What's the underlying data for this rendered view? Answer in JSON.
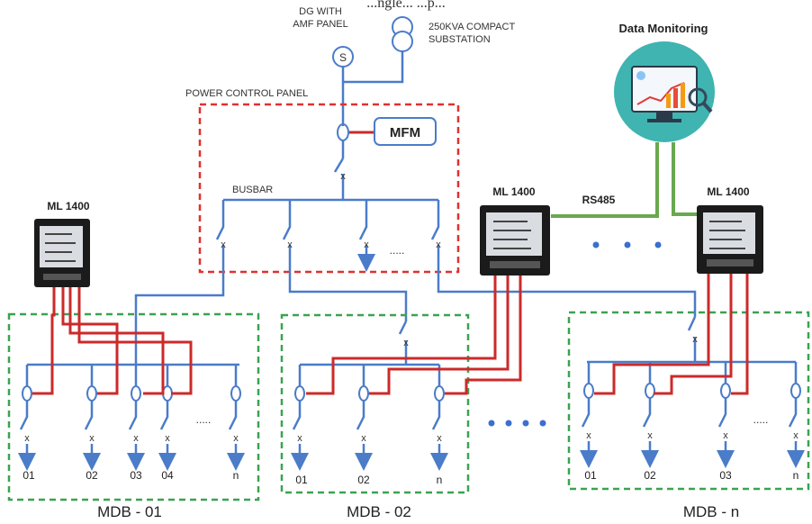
{
  "header": {
    "partial_title": "...ngle... ...p..."
  },
  "sources": {
    "dg_label_line1": "DG WITH",
    "dg_label_line2": "AMF PANEL",
    "sub_label_line1": "250KVA COMPACT",
    "sub_label_line2": "SUBSTATION"
  },
  "panel": {
    "title": "POWER CONTROL PANEL",
    "mfm": "MFM",
    "busbar": "BUSBAR",
    "dots": "....."
  },
  "monitoring": {
    "title": "Data Monitoring",
    "link": "RS485"
  },
  "meters": {
    "meter_label": "ML 1400"
  },
  "connector_dots": ". . .",
  "mdbs": [
    {
      "name": "MDB - 01",
      "feeders": [
        "01",
        "02",
        "03",
        "04",
        "n"
      ],
      "dots": "....."
    },
    {
      "name": "MDB - 02",
      "feeders": [
        "01",
        "02",
        "n"
      ]
    },
    {
      "name": "MDB - n",
      "feeders": [
        "01",
        "02",
        "03",
        "n"
      ],
      "dots": "....."
    }
  ],
  "between_mdb_dots": "....",
  "colors": {
    "blue": "#4a7cc9",
    "red": "#cc2a2a",
    "green": "#6aa84f",
    "panel_border": "#e0312f",
    "mdb_border": "#3aa350",
    "monitor_circle": "#3fb4b0"
  }
}
